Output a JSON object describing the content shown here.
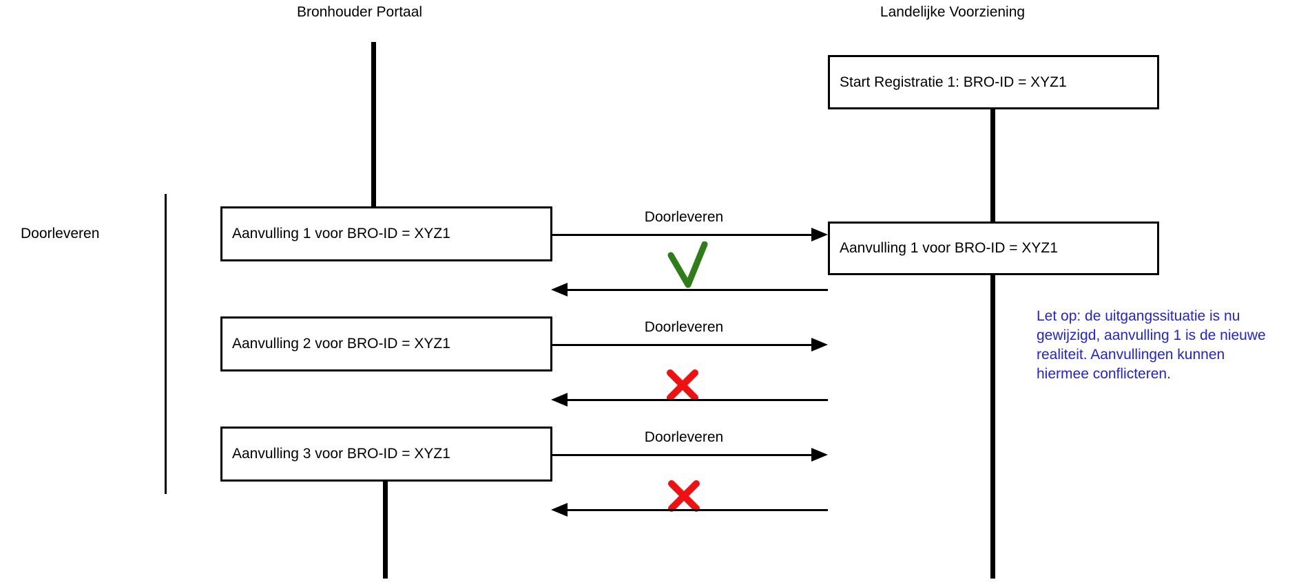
{
  "diagram": {
    "left_actor": "Bronhouder Portaal",
    "right_actor": "Landelijke Voorziening",
    "phase_label": "Doorleveren",
    "start_box_label": "Start Registratie 1: BRO-ID = XYZ1",
    "right_box_label": "Aanvulling 1 voor BRO-ID = XYZ1",
    "rows": [
      {
        "box_label": "Aanvulling 1 voor BRO-ID = XYZ1",
        "arrow_label": "Doorleveren",
        "result": "success"
      },
      {
        "box_label": "Aanvulling 2 voor BRO-ID = XYZ1",
        "arrow_label": "Doorleveren",
        "result": "failure"
      },
      {
        "box_label": "Aanvulling 3 voor BRO-ID = XYZ1",
        "arrow_label": "Doorleveren",
        "result": "failure"
      }
    ],
    "note": {
      "line1": "Let op: de uitgangssituatie is nu",
      "line2": "gewijzigd, aanvulling 1 is de nieuwe",
      "line3": "realiteit. Aanvullingen kunnen",
      "line4": "hiermee conflicteren."
    },
    "colors": {
      "success": "#2e7d19",
      "failure": "#ee1111",
      "note_text": "#2222dd",
      "line": "#000000"
    }
  }
}
